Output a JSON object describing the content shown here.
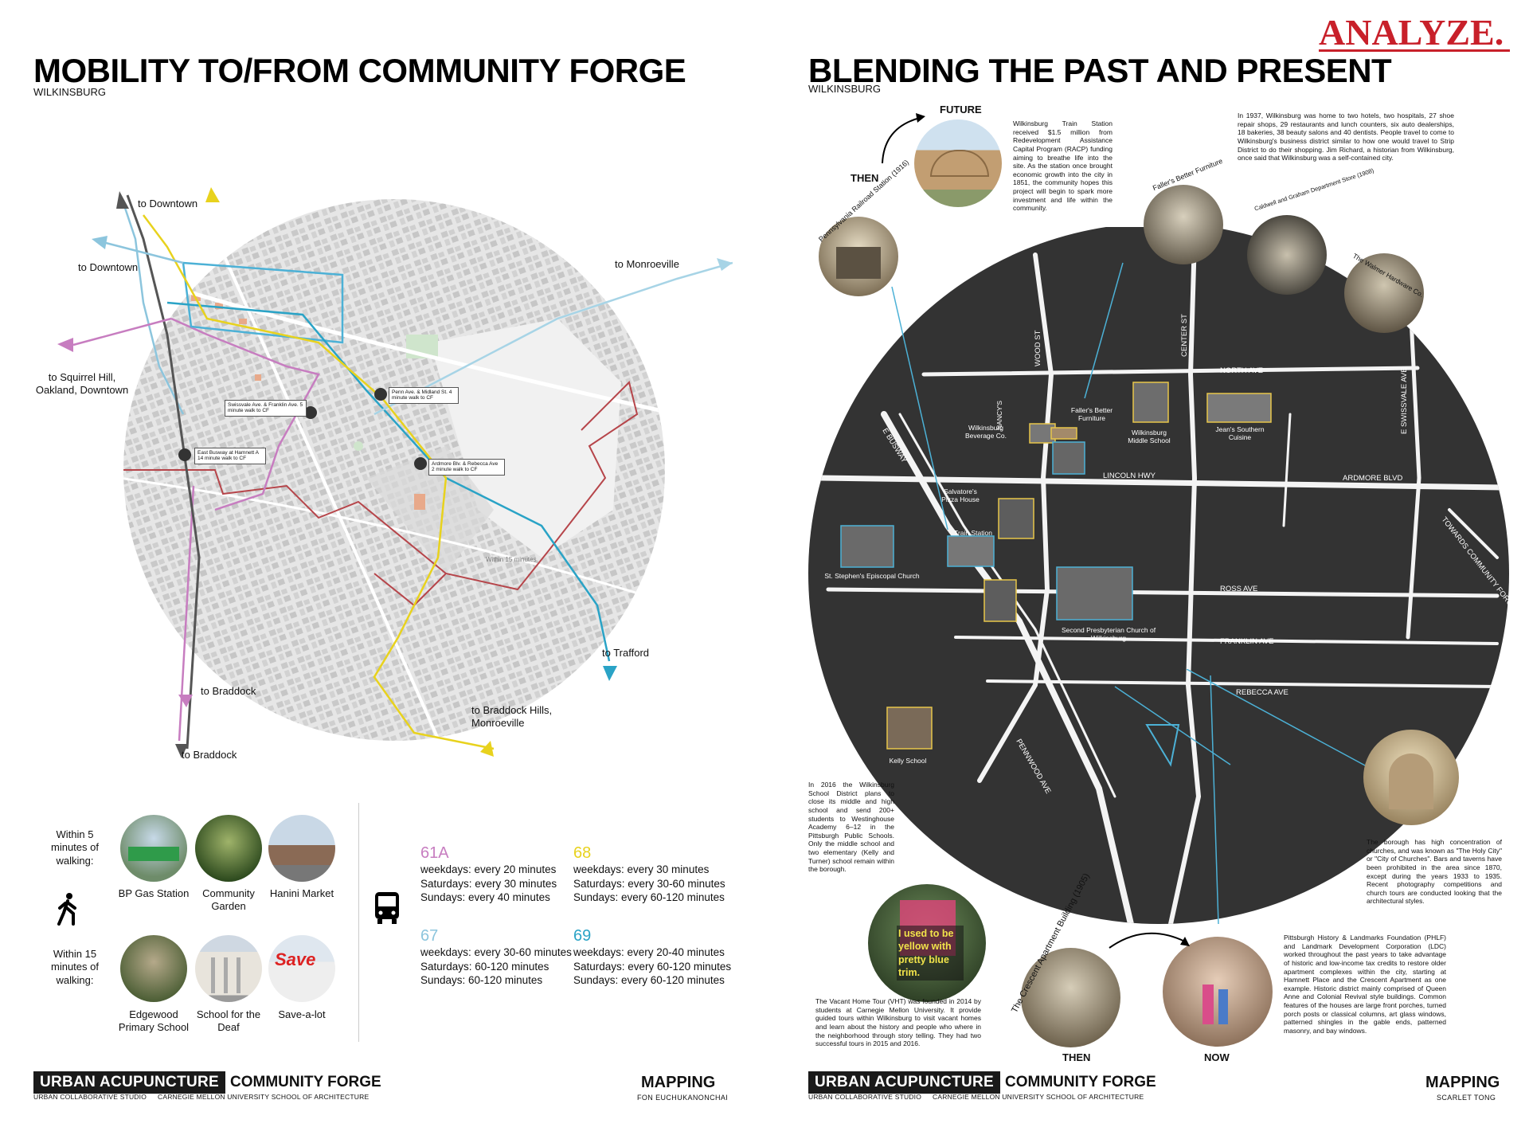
{
  "brand": "ANALYZE.",
  "left": {
    "title": "MOBILITY TO/FROM COMMUNITY FORGE",
    "subtitle": "WILKINSBURG",
    "directions": {
      "downtown_1": "to Downtown",
      "downtown_2": "to Downtown",
      "monroeville": "to Monroeville",
      "squirrel_hill": "to Squirrel Hill, Oakland, Downtown",
      "braddock_1": "to Braddock",
      "braddock_2": "to Braddock",
      "trafford": "to Trafford",
      "braddock_hills": "to Braddock Hills, Monroeville"
    },
    "stops": {
      "penn": "Penn Ave. & Midland St. 4 minute walk to CF",
      "swissvale": "Swissvale Ave. & Franklin Ave. 5 minute walk to CF",
      "busway": "East Busway at Hamnett A 14 minute walk to CF",
      "ardmore": "Ardmore Blv. & Rebecca Ave 2 minute walk to CF",
      "map_note": "Within 15 minutes"
    },
    "within5": "Within 5 minutes of walking:",
    "within15": "Within 15 minutes of walking:",
    "places5": [
      "BP Gas Station",
      "Community Garden",
      "Hanini Market"
    ],
    "places15": [
      "Edgewood Primary School",
      "School for the Deaf",
      "Save-a-lot"
    ],
    "walk_icon": "walking-person-icon",
    "bus_icon": "bus-icon",
    "routes": [
      {
        "id": "61A",
        "color": "#c77dc0",
        "lines": [
          "weekdays: every 20 minutes",
          "Saturdays: every 30 minutes",
          "Sundays: every 40 minutes"
        ]
      },
      {
        "id": "68",
        "color": "#e8d21d",
        "lines": [
          "weekdays: every 30 minutes",
          "Saturdays: every 30-60 minutes",
          "Sundays: every 60-120 minutes"
        ]
      },
      {
        "id": "67",
        "color": "#8cc5dd",
        "lines": [
          "weekdays: every 30-60 minutes",
          "Saturdays: 60-120 minutes",
          "Sundays: 60-120 minutes"
        ]
      },
      {
        "id": "69",
        "color": "#2aa3c6",
        "lines": [
          "weekdays: every 20-40 minutes",
          "Saturdays: every 60-120 minutes",
          "Sundays: every 60-120 minutes"
        ]
      }
    ],
    "footer": {
      "badge": "URBAN ACUPUNCTURE",
      "title": "COMMUNITY FORGE",
      "studio": "URBAN COLLABORATIVE STUDIO",
      "school": "CARNEGIE MELLON UNIVERSITY SCHOOL OF ARCHITECTURE",
      "mapping": "MAPPING",
      "author": "FON EUCHUKANONCHAI"
    }
  },
  "right": {
    "title": "BLENDING THE PAST AND PRESENT",
    "subtitle": "WILKINSBURG",
    "future": "FUTURE",
    "then": "THEN",
    "then2": "THEN",
    "now": "NOW",
    "station_text": "Wilkinsburg Train Station received $1.5 million from Redevelopment Assistance Capital Program (RACP) funding aiming to breathe life into the site. As the station once brought economic growth into the city in 1851, the community hopes this project will begin to spark more investment and life within the community.",
    "history_text": "In 1937, Wilkinsburg was home to two hotels, two hospitals, 27 shoe repair shops, 29 restaurants and lunch counters, six auto dealerships, 18 bakeries, 38 beauty salons and 40 dentists. People travel to come to Wilkinsburg's business district similar to how one would travel to Strip District to do their shopping. Jim Richard, a historian from Wilkinsburg, once said that Wilkinsburg was a self-contained city.",
    "school_text": "In 2016 the Wilkinsburg School District plans to close its middle and high school and send 200+ students to Westinghouse Academy 6–12 in the Pittsburgh Public Schools. Only the middle school and two elementary (Kelly and Turner) school remain within the borough.",
    "church_text": "The borough has high concentration of churches, and was known as \"The Holy City\" or \"City of Churches\". Bars and taverns have been prohibited in the area since 1870, except during the years 1933 to 1935. Recent photography competitions and church tours are conducted looking that the architectural styles.",
    "vht_text": "The Vacant Home Tour (VHT) was founded in 2014 by students at Carnegie Mellon University. It provide guided tours within Wilkinsburg to visit vacant homes and learn about the history and people who where in the neighborhood through story telling. They had two successful tours in 2015 and 2016.",
    "phlf_text": "Pittsburgh History & Landmarks Foundation (PHLF) and Landmark Development Corporation (LDC) worked throughout the past years to take advantage of historic and low-income tax credits to restore older apartment complexes within the city, starting at Hamnett Place and the Crescent Apartment as one example. Historic district mainly comprised of Queen Anne and Colonial Revival style buildings. Common features of the houses are large front porches, turned porch posts or classical columns, art glass windows, patterned shingles in the gable ends, patterned masonry, and bay windows.",
    "sign_text": "I used to be yellow with pretty blue trim.",
    "photo_captions": {
      "prr": "Pennsylvania Railroad Station (1916)",
      "faller": "Faller's Better Furniture",
      "caldwell": "Caldwell and Graham Department Store (1908)",
      "walmer": "The Walmer Hardware Co.",
      "crescent": "The Crescent Apartment Building (1905)"
    },
    "streets": {
      "north": "NORTH AVE",
      "lincoln": "LINCOLN HWY",
      "ardmore": "ARDMORE BLVD",
      "ross": "ROSS AVE",
      "franklin": "FRANKLIN AVE",
      "rebecca": "REBECCA AVE",
      "wood": "WOOD ST",
      "center": "CENTER ST",
      "swissvale": "E SWISSVALE AVE",
      "busway": "E BUSWAY",
      "pennwood": "PENNWOOD AVE",
      "towards": "TOWARDS COMMUNITY FORGE"
    },
    "places": {
      "beverage": "Wilkinsburg Beverage Co.",
      "faller": "Faller's Better Furniture",
      "middle": "Wilkinsburg Middle School",
      "jeans": "Jean's Southern Cuisine",
      "salvatore": "Salvatore's Pizza House",
      "train": "Train Station",
      "stephen": "St. Stephen's Episcopal Church",
      "presby": "Second Presbyterian Church of Wilkinsburg",
      "kelly": "Kelly School",
      "nancys": "NANCY'S"
    },
    "footer": {
      "badge": "URBAN ACUPUNCTURE",
      "title": "COMMUNITY FORGE",
      "studio": "URBAN COLLABORATIVE STUDIO",
      "school": "CARNEGIE MELLON UNIVERSITY SCHOOL OF ARCHITECTURE",
      "mapping": "MAPPING",
      "author": "SCARLET TONG"
    }
  }
}
